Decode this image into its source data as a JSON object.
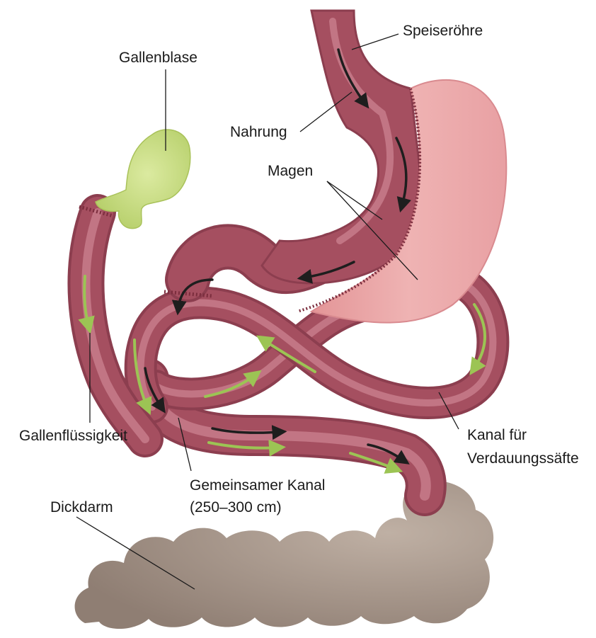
{
  "labels": {
    "speiseroehre": "Speiseröhre",
    "gallenblase": "Gallenblase",
    "nahrung": "Nahrung",
    "magen": "Magen",
    "gallenfluessigkeit": "Gallenflüssigkeit",
    "kanal_line1": "Kanal für",
    "kanal_line2": "Verdauungssäfte",
    "gemeinsamer_line1": "Gemeinsamer Kanal",
    "gemeinsamer_line2": "(250–300 cm)",
    "dickdarm": "Dickdarm"
  },
  "colors": {
    "intestine": "#a54f60",
    "intestine_light": "#c97a88",
    "stomach_pouch": "#eaa0a2",
    "gallbladder": "#c6dc7e",
    "colon": "#a7968a",
    "arrow_food": "#1e1e1e",
    "arrow_bile": "#9cc454"
  }
}
